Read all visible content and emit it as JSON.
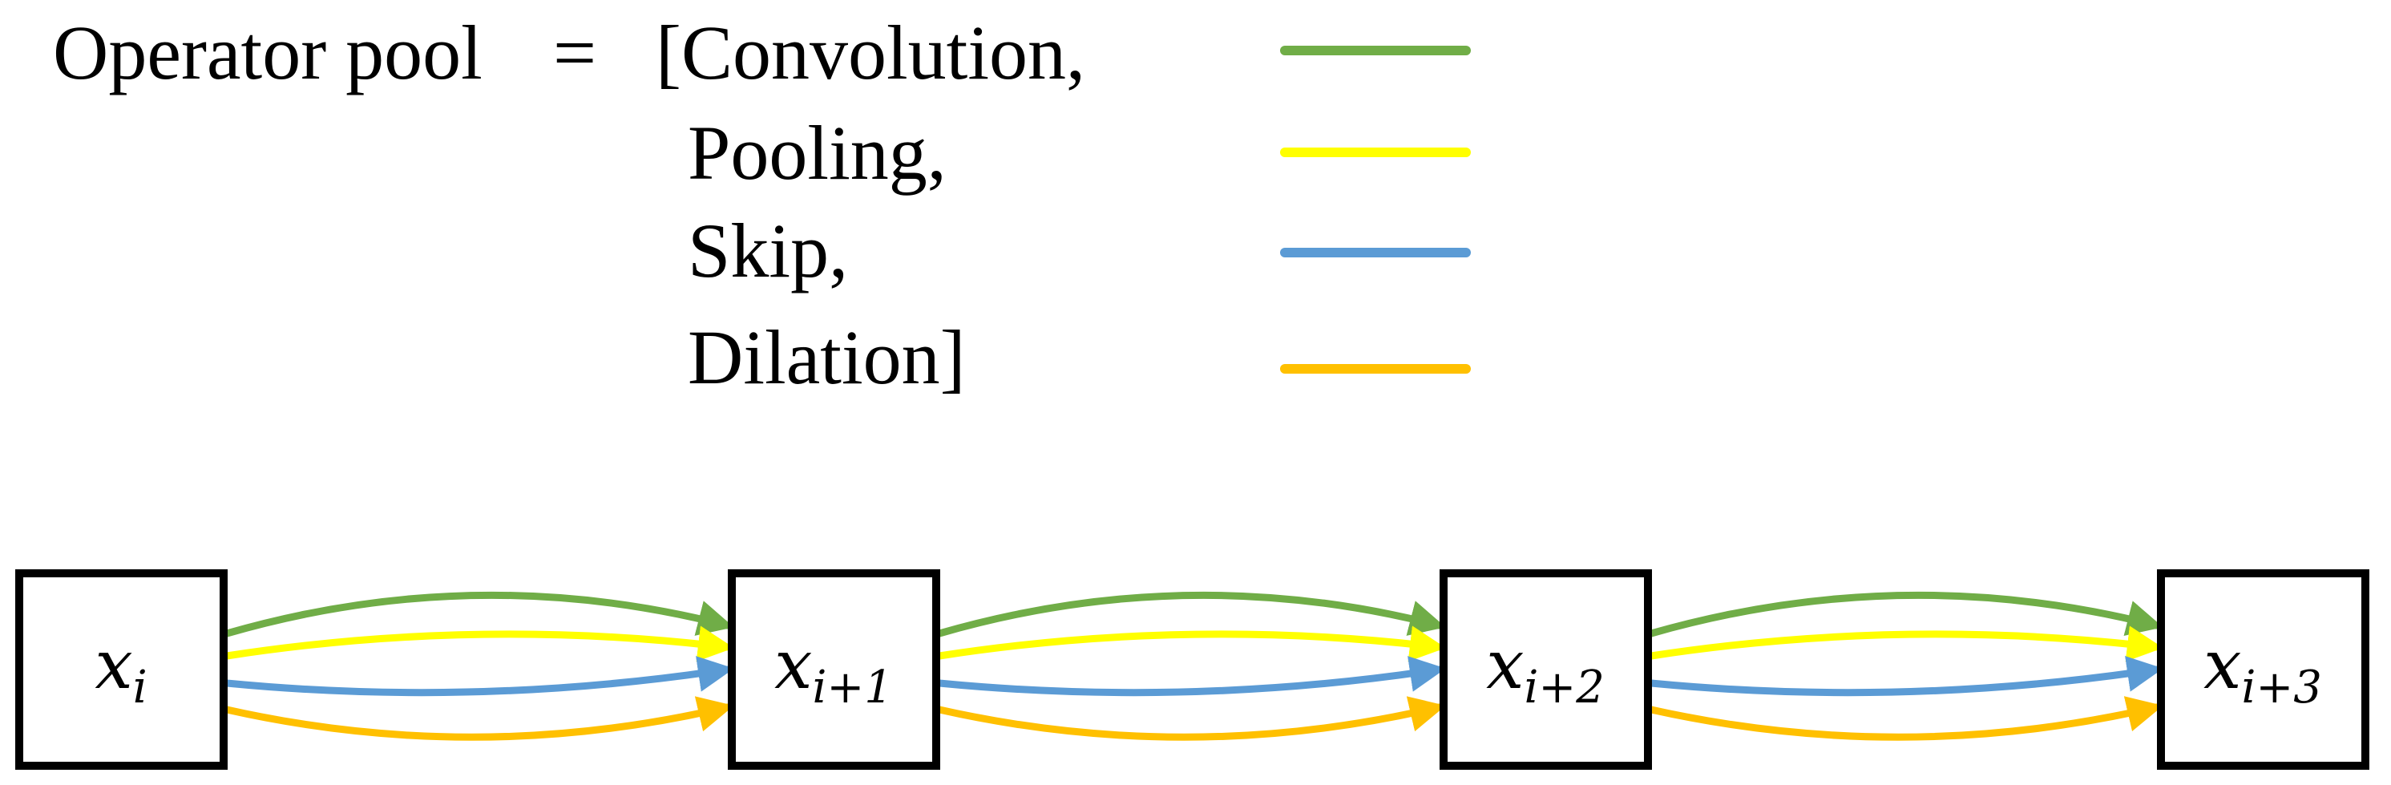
{
  "legend": {
    "prefix": "Operator pool",
    "equals": "=",
    "items": [
      {
        "label": "[Convolution,",
        "operator": "Convolution",
        "color": "#70ad47"
      },
      {
        "label": "Pooling,",
        "operator": "Pooling",
        "color": "#ffff00"
      },
      {
        "label": "Skip,",
        "operator": "Skip",
        "color": "#5b9bd5"
      },
      {
        "label": "Dilation]",
        "operator": "Dilation",
        "color": "#ffc000"
      }
    ]
  },
  "nodes": [
    {
      "var": "x",
      "sub": "i"
    },
    {
      "var": "x",
      "sub": "i+1"
    },
    {
      "var": "x",
      "sub": "i+2"
    },
    {
      "var": "x",
      "sub": "i+3"
    }
  ]
}
